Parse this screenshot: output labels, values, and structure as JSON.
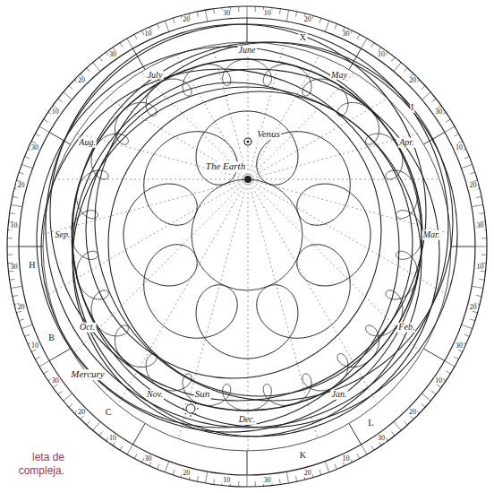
{
  "diagram": {
    "caption": "leta de compleja.",
    "labels": [
      "The Earth",
      "Venus",
      "Sun",
      "Mercury",
      "Jan.",
      "Feb.",
      "Mar.",
      "Apr.",
      "May",
      "June",
      "July",
      "Aug.",
      "Sep.",
      "Oct.",
      "Nov.",
      "Dec.",
      "X",
      "I",
      "L",
      "K",
      "H",
      "C",
      "B",
      "10",
      "20",
      "30",
      "10",
      "20",
      "30",
      "10",
      "20",
      "30",
      "10",
      "20",
      "30",
      "10",
      "20",
      "30",
      "10",
      "20",
      "30",
      "10",
      "20",
      "30",
      "10",
      "20",
      "30",
      "10",
      "20",
      "30",
      "10",
      "20",
      "30",
      "10",
      "20",
      "30",
      "10",
      "20",
      "30"
    ]
  }
}
